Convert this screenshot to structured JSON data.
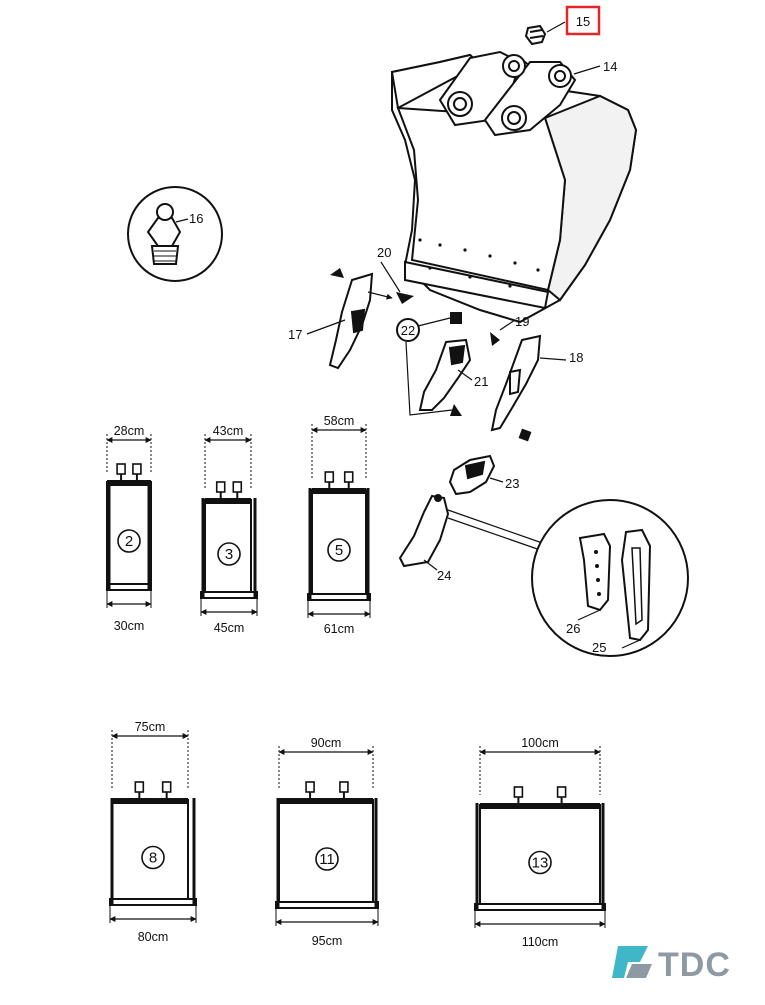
{
  "callouts": {
    "p14": "14",
    "p15": "15",
    "p16": "16",
    "p17": "17",
    "p18": "18",
    "p19": "19",
    "p20": "20",
    "p21": "21",
    "p22": "22",
    "p23": "23",
    "p24": "24",
    "p25": "25",
    "p26": "26"
  },
  "highlight_color": "#e3262a",
  "buckets": [
    {
      "id": "2",
      "top": "28cm",
      "bottom": "30cm"
    },
    {
      "id": "3",
      "top": "43cm",
      "bottom": "45cm"
    },
    {
      "id": "5",
      "top": "58cm",
      "bottom": "61cm"
    },
    {
      "id": "8",
      "top": "75cm",
      "bottom": "80cm"
    },
    {
      "id": "11",
      "top": "90cm",
      "bottom": "95cm"
    },
    {
      "id": "13",
      "top": "100cm",
      "bottom": "110cm"
    }
  ],
  "logo": {
    "text": "TDC",
    "colors": [
      "#3fb7c9",
      "#8e9aa3"
    ]
  }
}
